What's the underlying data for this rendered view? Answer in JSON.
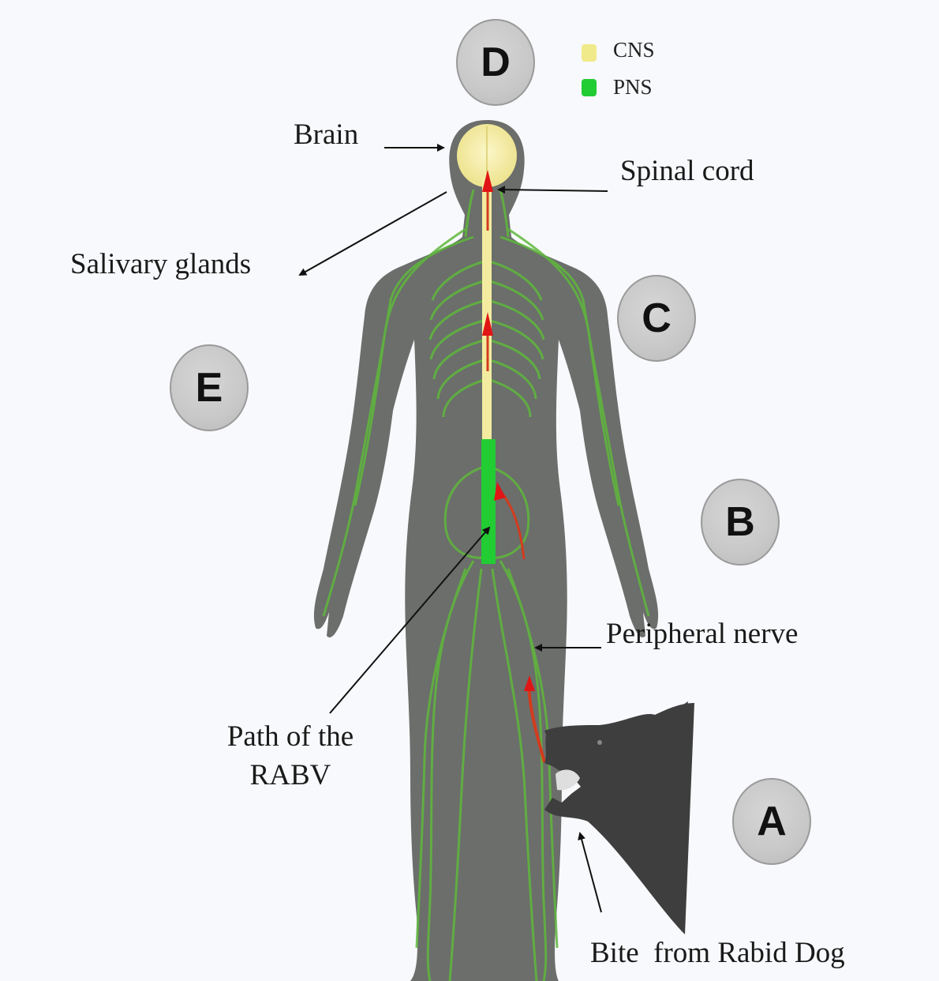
{
  "legend": {
    "items": [
      {
        "label": "CNS",
        "color": "#f0ea8a"
      },
      {
        "label": "PNS",
        "color": "#22cc33"
      }
    ]
  },
  "labels": {
    "brain": "Brain",
    "spinal_cord": "Spinal cord",
    "salivary_glands": "Salivary glands",
    "peripheral_nerve": "Peripheral nerve",
    "path_line1": "Path of the",
    "path_line2": "RABV",
    "bite": "Bite  from Rabid Dog"
  },
  "stages": {
    "a": "A",
    "b": "B",
    "c": "C",
    "d": "D",
    "e": "E"
  },
  "colors": {
    "body": "#6b6e6b",
    "nerves": "#5fb83c",
    "cns": "#f3eca0",
    "pns": "#22cc33",
    "virus_path": "#e02020",
    "dog": "#3e3e3e"
  }
}
